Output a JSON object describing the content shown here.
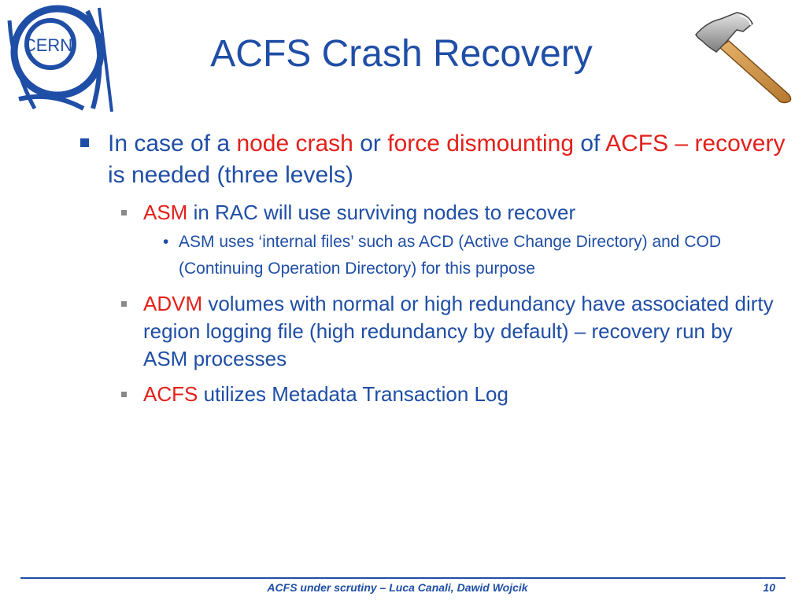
{
  "logo": {
    "text": "CERN"
  },
  "title": "ACFS Crash Recovery",
  "bullets": {
    "main": {
      "part1": "In case of a ",
      "part2": "node crash",
      "part3": " or ",
      "part4": "force dismounting",
      "part5": " of ",
      "part6": "ACFS – recovery",
      "part7": " is needed (three levels)"
    },
    "asm": {
      "keyword": "ASM",
      "rest": " in RAC will use surviving nodes to recover",
      "sub": "ASM uses ‘internal files’ such as ACD (Active Change Directory) and COD (Continuing Operation Directory) for this purpose"
    },
    "advm": {
      "keyword": "ADVM",
      "rest": " volumes with normal or high redundancy have associated dirty region logging file (high redundancy by default) – recovery run by ASM processes"
    },
    "acfs": {
      "keyword": "ACFS",
      "rest": " utilizes Metadata Transaction Log"
    }
  },
  "footer": {
    "text": "ACFS under scrutiny – Luca Canali, Dawid Wojcik",
    "page": "10"
  },
  "colors": {
    "accent": "#1f4ea6",
    "highlight": "#e3201b"
  }
}
